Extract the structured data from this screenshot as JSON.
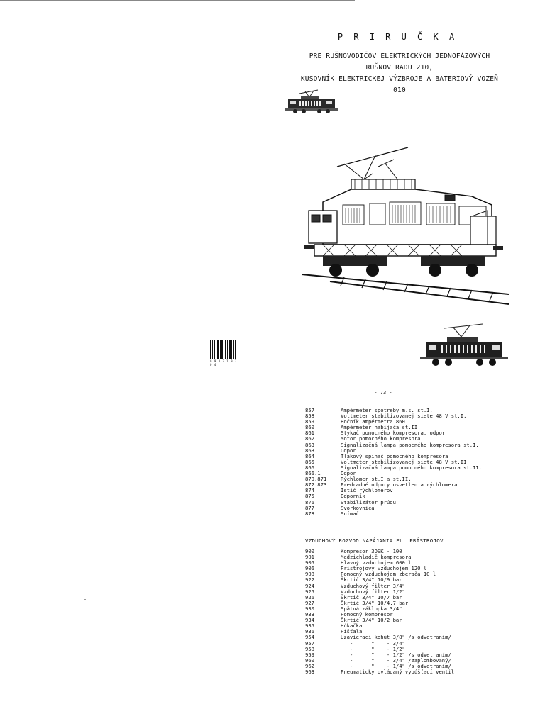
{
  "header": {
    "title": "P R I R U Č K A",
    "subtitle": "PRE RUŠNOVODIČOV ELEKTRICKÝCH JEDNOFÁZOVÝCH RUŠNOV RADU 210,\nKUSOVNÍK ELEKTRICKEJ VÝZBROJE A BATERIOVÝ VOZEŇ 010"
  },
  "page_number": "- 73 -",
  "barcode_caption": "0 9 3 7 1 9 3 0 4",
  "list1": {
    "rows": [
      {
        "code": "857",
        "desc": "Ampérmeter spotreby m.s. st.I."
      },
      {
        "code": "858",
        "desc": "Voltmeter stabilizovanej siete 48 V st.I."
      },
      {
        "code": "859",
        "desc": "Bočník ampérmetra 860"
      },
      {
        "code": "860",
        "desc": "Ampérmeter nabíjača st.II"
      },
      {
        "code": "861",
        "desc": "Stykač pomocného kompresora, odpor"
      },
      {
        "code": "862",
        "desc": "Motor pomocného kompresora"
      },
      {
        "code": "863",
        "desc": "Signalizačná lampa pomocného kompresora st.I."
      },
      {
        "code": "863.1",
        "desc": "Odpor"
      },
      {
        "code": "864",
        "desc": "Tlakový spínač pomocného kompresora"
      },
      {
        "code": "865",
        "desc": "Voltmeter stabilizovanej siete 48 V st.II."
      },
      {
        "code": "866",
        "desc": "Signalizačná lampa pomocného kompresora st.II."
      },
      {
        "code": "866.1",
        "desc": "Odpor"
      },
      {
        "code": "870.871",
        "desc": "Rýchlomer st.I a st.II."
      },
      {
        "code": "872.873",
        "desc": "Predradné odpory osvetlenia rýchlomera"
      },
      {
        "code": "874",
        "desc": "Istič rýchlomerov"
      },
      {
        "code": "875",
        "desc": "Odporník"
      },
      {
        "code": "876",
        "desc": "Stabilizátor prúdu"
      },
      {
        "code": "877",
        "desc": "Svorkovnica"
      },
      {
        "code": "878",
        "desc": "Snímač"
      }
    ]
  },
  "section_heading": "VZDUCHOVÝ ROZVOD NAPÁJANIA EL. PRÍSTROJOV",
  "list2": {
    "rows": [
      {
        "code": "900",
        "desc": "Kompresor 3DSK - 100"
      },
      {
        "code": "901",
        "desc": "Medzichladič kompresora"
      },
      {
        "code": "905",
        "desc": "Hlavný vzduchojem 600 l"
      },
      {
        "code": "906",
        "desc": "Prístrojový vzduchojem 120 l"
      },
      {
        "code": "908",
        "desc": "Pomocný vzduchojem zberača 10 l"
      },
      {
        "code": "922",
        "desc": "Škrtič 3/4\" 10/9 bar"
      },
      {
        "code": "924",
        "desc": "Vzduchový filter 3/4\""
      },
      {
        "code": "925",
        "desc": "Vzduchový filter 1/2\""
      },
      {
        "code": "926",
        "desc": "Škrtič 3/4\" 10/7 bar"
      },
      {
        "code": "927",
        "desc": "Škrtič 3/4\" 10/4,7 bar"
      },
      {
        "code": "930",
        "desc": "Spätná záklopka 3/4\""
      },
      {
        "code": "933",
        "desc": "Pomocný kompresor"
      },
      {
        "code": "934",
        "desc": "Škrtič 3/4\" 10/2 bar"
      },
      {
        "code": "935",
        "desc": "Húkačka"
      },
      {
        "code": "936",
        "desc": "Píšťala"
      },
      {
        "code": "954",
        "desc": "Uzavierací kohút 3/8\" /s odvetraním/"
      },
      {
        "code": "957",
        "desc": "   -      \"    - 3/4\""
      },
      {
        "code": "958",
        "desc": "   -      \"    - 1/2\""
      },
      {
        "code": "959",
        "desc": "   -      \"    - 1/2\" /s odvetraním/"
      },
      {
        "code": "960",
        "desc": "   -      \"    - 3/4\" /zaplombovaný/"
      },
      {
        "code": "962",
        "desc": "   -      \"    - 1/4\" /s odvetraním/"
      },
      {
        "code": "963",
        "desc": "Pneumaticky ovládaný vypúšťací ventil"
      }
    ]
  }
}
